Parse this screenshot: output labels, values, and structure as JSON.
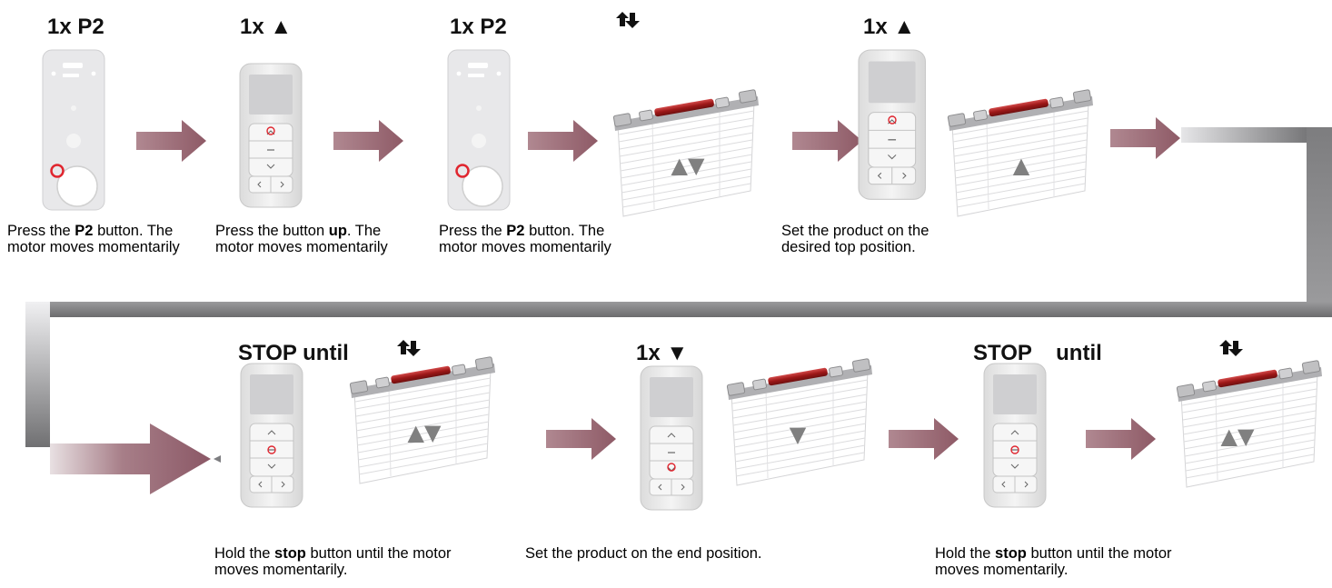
{
  "colors": {
    "arrow": "#9c6a75",
    "motor_tube": "#a31c1c",
    "indicator_ring": "#e0262f",
    "connector_dark": "#7f7f81",
    "connector_light": "#d8d8da",
    "remote_body": "#eeeeee",
    "arrow_glyph": "#808080"
  },
  "steps_top": [
    {
      "heading": "1x P2",
      "caption": [
        "Press the ",
        "P2",
        " button. The motor moves momentarily"
      ]
    },
    {
      "heading": "1x ▲",
      "caption": [
        "Press the button ",
        "up",
        ". The motor moves momentarily"
      ]
    },
    {
      "heading": "1x P2",
      "caption": [
        "Press the ",
        "P2",
        " button. The motor moves momentarily"
      ]
    },
    {
      "heading": "",
      "caption": [
        "",
        "",
        ""
      ]
    },
    {
      "heading": "1x ▲",
      "caption": [
        "Set the product on the desired top position.",
        "",
        ""
      ]
    }
  ],
  "steps_bottom": [
    {
      "heading": "STOP until",
      "caption": [
        "Hold the ",
        "stop",
        " button until the motor moves momentarily."
      ]
    },
    {
      "heading": "1x ▼",
      "caption": [
        "Set the product on the end position.",
        "",
        ""
      ]
    },
    {
      "heading": "STOP    until",
      "caption": [
        "Hold the ",
        "stop",
        " button until the motor moves momentarily."
      ]
    }
  ],
  "icons": {
    "movement": "up-down-arrows-icon",
    "remote": "remote-control-icon",
    "remote_back": "remote-back-p2-icon",
    "blind": "venetian-blind-motor-icon",
    "flow_arrow": "flow-arrow-icon"
  },
  "blind_glyphs": [
    "▲▼",
    "▲",
    "▲▼",
    "▼",
    "▲▼"
  ]
}
